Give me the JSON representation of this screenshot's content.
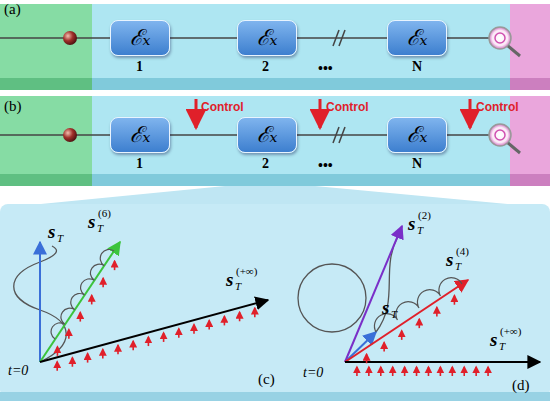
{
  "diagram": {
    "nodes": [
      {
        "text": [
          "ℰₓ"
        ]
      },
      {
        "text": [
          "ℰₓ"
        ]
      },
      {
        "text": [
          "ℰₓ"
        ]
      },
      {
        "text": [
          "ℰₓ"
        ]
      },
      {
        "text": [
          "ℰₓ"
        ]
      },
      {
        "text": [
          "ℰₓ"
        ]
      }
    ],
    "edges": [
      {
        "from": 0,
        "to": 1,
        "arrow": "none"
      },
      {
        "from": 1,
        "to": 2,
        "arrow": "none"
      },
      {
        "from": 3,
        "to": 4,
        "arrow": "none"
      },
      {
        "from": 4,
        "to": 5,
        "arrow": "none"
      }
    ],
    "labels": [
      "(a)",
      "1",
      "2",
      "•••",
      "N",
      "(b)",
      "Control",
      "Control",
      "Control",
      "1",
      "2",
      "•••",
      "N",
      "s",
      "T",
      "s",
      "T",
      "(6)",
      "s",
      "T",
      "(+∞)",
      "t=0",
      "(c)",
      "s",
      "T",
      "s",
      "T",
      "(2)",
      "s",
      "T",
      "(4)",
      "s",
      "T",
      "(+∞)",
      "t=0",
      "(d)"
    ]
  }
}
